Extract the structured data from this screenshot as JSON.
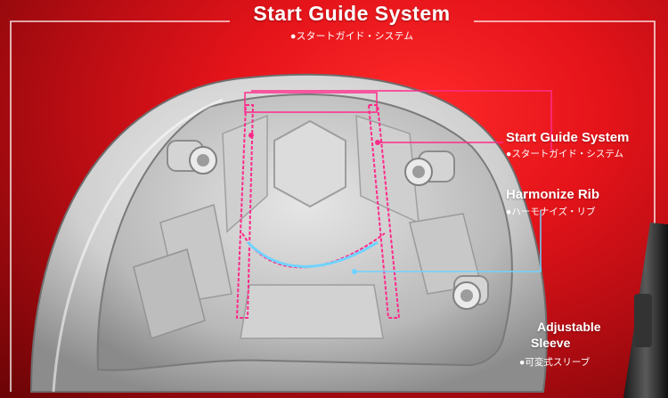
{
  "header": {
    "title": "Start Guide System",
    "subtitle": "●スタートガイド・システム"
  },
  "callouts": {
    "start_guide": {
      "label": "Start Guide System",
      "sub": "●スタートガイド・システム"
    },
    "harmonize_rib": {
      "label": "Harmonize Rib",
      "sub": "●ハーモナイズ・リブ"
    },
    "adjustable_sleeve": {
      "label_line1": "Adjustable",
      "label_line2": "Sleeve",
      "sub": "●可変式スリーブ"
    }
  },
  "colors": {
    "accent_pink": "#ff2a8a",
    "accent_blue": "#6fd3ff",
    "frame": "#ffffff",
    "background_red": "#e5141a"
  }
}
